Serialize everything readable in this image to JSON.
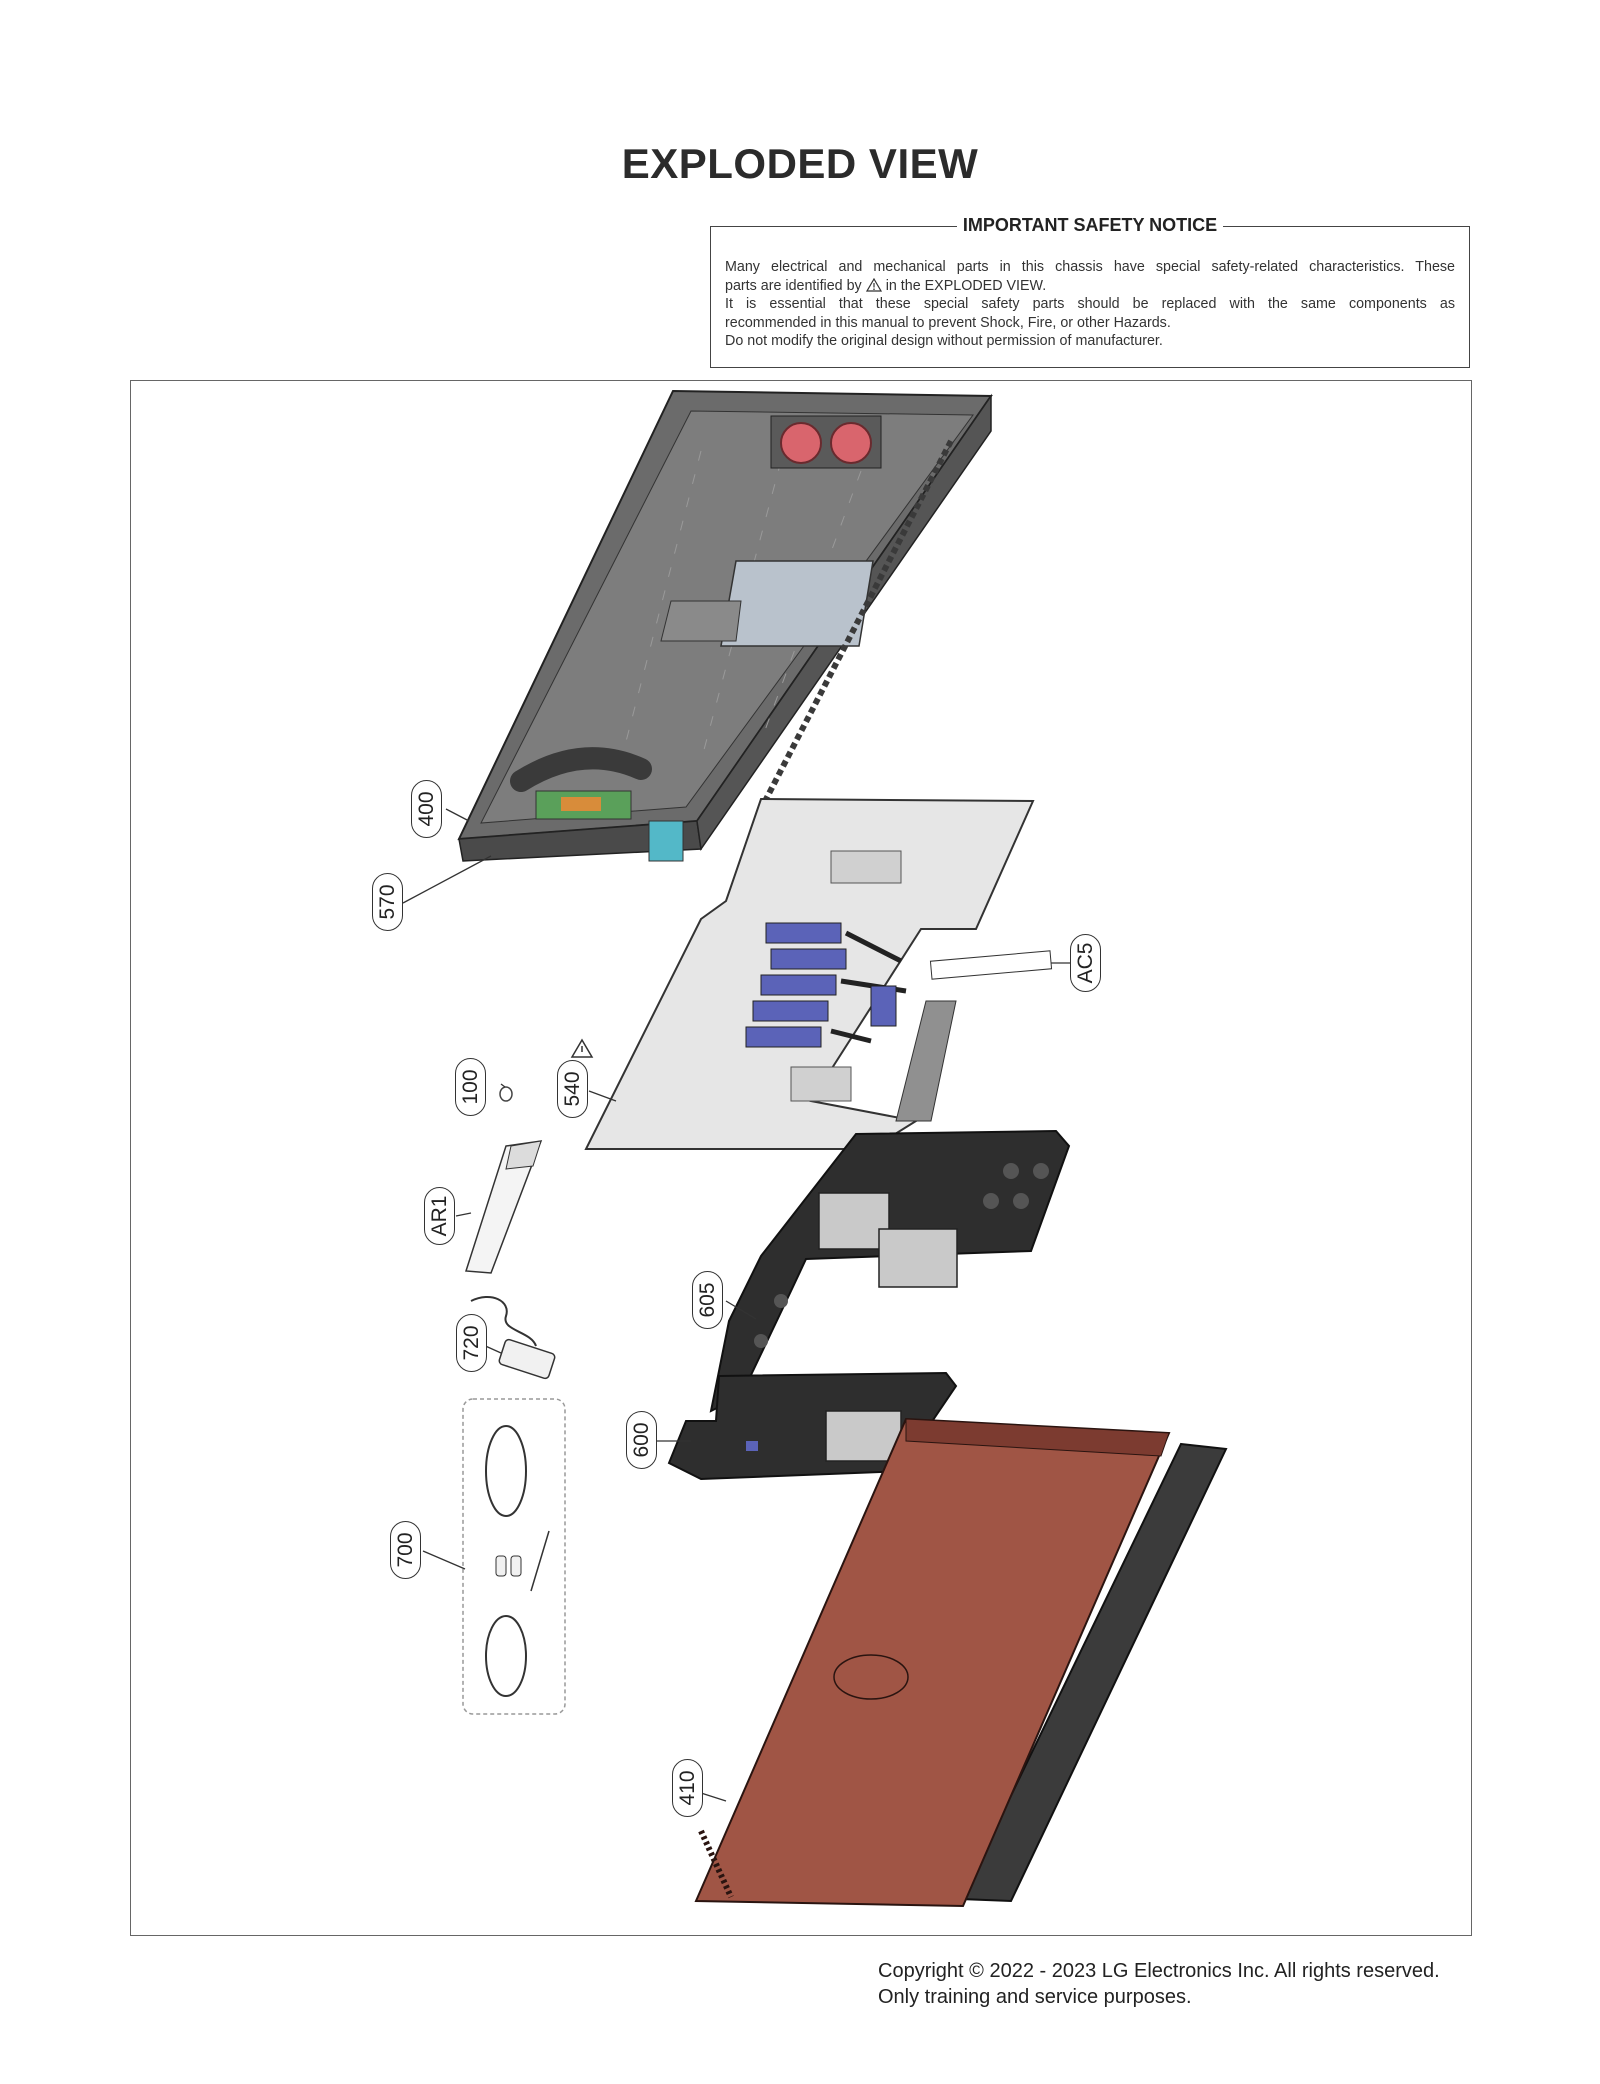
{
  "page": {
    "title": "EXPLODED VIEW"
  },
  "notice": {
    "title": "IMPORTANT SAFETY NOTICE",
    "line1": "Many electrical and mechanical parts in this chassis have special safety-related characteristics. These",
    "line2a": "parts are identified by",
    "line2b": "in the EXPLODED VIEW.",
    "line3": "It is essential that these special safety parts should be replaced with the same components as",
    "line4": "recommended in this manual to prevent Shock, Fire, or other Hazards.",
    "line5": "Do not modify the original design without permission of manufacturer."
  },
  "callouts": [
    {
      "id": "400"
    },
    {
      "id": "570"
    },
    {
      "id": "AC5"
    },
    {
      "id": "100"
    },
    {
      "id": "540"
    },
    {
      "id": "AR1"
    },
    {
      "id": "605"
    },
    {
      "id": "720"
    },
    {
      "id": "600"
    },
    {
      "id": "700"
    },
    {
      "id": "410"
    }
  ],
  "colors": {
    "chassis": "#5a5a5a",
    "board": "#e6e6e6",
    "cover": "#a05545",
    "shield": "#2e2e2e",
    "fan": "#d9656d",
    "accent_blue": "#5b63b8"
  },
  "footer": {
    "line1": "Copyright © 2022 - 2023 LG Electronics Inc. All rights reserved.",
    "line2": "Only training and service purposes."
  }
}
